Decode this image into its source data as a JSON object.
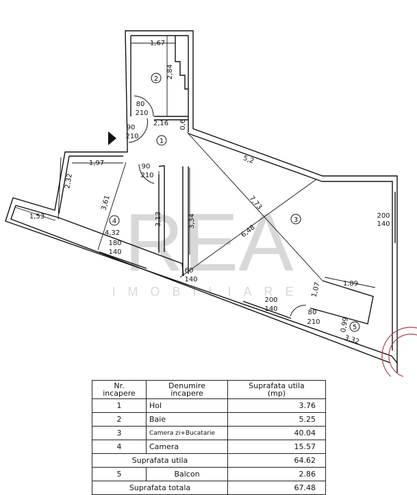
{
  "plan": {
    "rooms": {
      "r1": "1",
      "r2": "2",
      "r3": "3",
      "r4": "4",
      "r5": "5"
    },
    "dims": {
      "d167": "1,67",
      "d284": "2,84",
      "d216": "2,16",
      "d06": "0,6",
      "d52": "5,2",
      "d197": "1,97",
      "d232": "2,32",
      "d361": "3,61",
      "d313": "3,13",
      "d334": "3,34",
      "d773": "7,73",
      "d153": "1,53",
      "d432": "4,32",
      "d648": "6,48",
      "d107": "1,07",
      "d189": "1,89",
      "d099": "0,99",
      "d332": "3,32"
    },
    "openings": {
      "bath_door": [
        "80",
        "210"
      ],
      "entry_door": [
        "90",
        "210"
      ],
      "room4_door": [
        "90",
        "210"
      ],
      "room3_window_right": [
        "200",
        "140"
      ],
      "room4_window": [
        "180",
        "140"
      ],
      "window_60": [
        "60",
        "140"
      ],
      "room3_window_bottom": [
        "200",
        "140"
      ],
      "balcony_door": [
        "80",
        "210"
      ]
    },
    "watermark": {
      "main": "REA",
      "sub": "IMOBILIARE"
    }
  },
  "table": {
    "headers": [
      "Nr.\nincapere",
      "Denumire\nincapere",
      "Suprafata utila\n(mp)"
    ],
    "rows": [
      {
        "nr": "1",
        "name": "Hol",
        "area": "3.76"
      },
      {
        "nr": "2",
        "name": "Baie",
        "area": "5.25"
      },
      {
        "nr": "3",
        "name": "Camera zi+Bucatarie",
        "area": "40.04"
      },
      {
        "nr": "4",
        "name": "Camera",
        "area": "15.57"
      }
    ],
    "subtotal": {
      "label": "Suprafata utila",
      "area": "64.62"
    },
    "balcony": {
      "nr": "5",
      "name": "Balcon",
      "area": "2.86"
    },
    "total": {
      "label": "Suprafata totala",
      "area": "67.48"
    }
  },
  "colors": {
    "line": "#111111",
    "stamp": "#b0404a",
    "watermark": "#d8d8d8"
  }
}
